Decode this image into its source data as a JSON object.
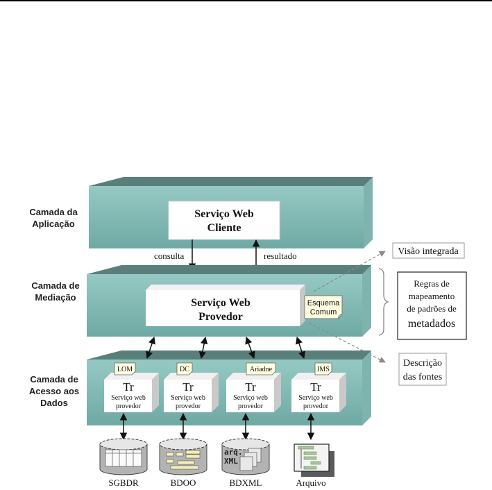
{
  "layers": [
    {
      "id": "aplicacao",
      "label_lines": [
        "Camada da",
        "Aplicação"
      ]
    },
    {
      "id": "mediacao",
      "label_lines": [
        "Camada de",
        "Mediação"
      ]
    },
    {
      "id": "acesso",
      "label_lines": [
        "Camada de",
        "Acesso aos",
        "Dados"
      ]
    }
  ],
  "client_service": {
    "lines": [
      "Serviço Web",
      "Cliente"
    ]
  },
  "provider_service": {
    "lines": [
      "Serviço Web",
      "Provedor"
    ]
  },
  "common_schema": {
    "lines": [
      "Esquema",
      "Comum"
    ]
  },
  "flows": {
    "query": "consulta",
    "result": "resultado"
  },
  "annotations": {
    "integrated_view": "Visão integrada",
    "mapping_rules": [
      "Regras de",
      "mapeamento",
      "de padrões de",
      "metadados"
    ],
    "source_description": [
      "Descrição",
      "das fontes"
    ]
  },
  "wrappers": [
    {
      "standard": "LOM",
      "title": "Tr",
      "lines": [
        "Serviço web",
        "provedor"
      ],
      "source": "SGBDR",
      "source_icon": "relational-database-icon"
    },
    {
      "standard": "DC",
      "title": "Tr",
      "lines": [
        "Serviço web",
        "provedor"
      ],
      "source": "BDOO",
      "source_icon": "object-database-icon"
    },
    {
      "standard": "Ariadne",
      "title": "Tr",
      "lines": [
        "Serviço web",
        "provedor"
      ],
      "source": "BDXML",
      "source_icon": "xml-database-icon",
      "source_inner": [
        "arq.",
        "XML"
      ]
    },
    {
      "standard": "IMS",
      "title": "Tr",
      "lines": [
        "Serviço web",
        "provedor"
      ],
      "source": "Arquivo",
      "source_icon": "file-icon"
    }
  ],
  "colors": {
    "layer_front_top": "#96c9c4",
    "layer_front_bottom": "#6fa9a3",
    "layer_top": "#5a7f7b",
    "layer_side": "#7fb3ad",
    "note_fill": "#fffde0",
    "dashed_arrow": "#8a8a8a"
  }
}
